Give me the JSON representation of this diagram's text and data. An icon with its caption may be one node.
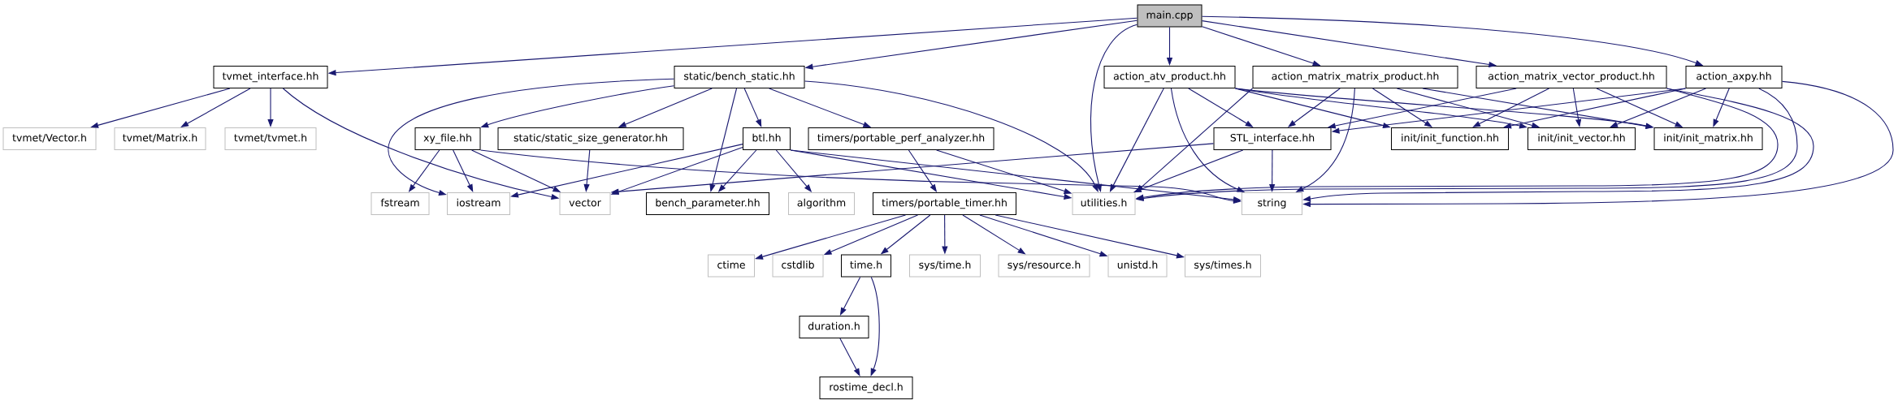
{
  "diagram": {
    "nodes": [
      {
        "text": [
          "main.cpp"
        ]
      },
      {
        "text": [
          "tvmet_interface.hh"
        ]
      },
      {
        "text": [
          "static/bench_static.hh"
        ]
      },
      {
        "text": [
          "action_atv_product.hh"
        ]
      },
      {
        "text": [
          "action_matrix_matrix_product.hh"
        ]
      },
      {
        "text": [
          "action_matrix_vector_product.hh"
        ]
      },
      {
        "text": [
          "action_axpy.hh"
        ]
      },
      {
        "text": [
          "tvmet/Vector.h"
        ]
      },
      {
        "text": [
          "tvmet/Matrix.h"
        ]
      },
      {
        "text": [
          "tvmet/tvmet.h"
        ]
      },
      {
        "text": [
          "xy_file.hh"
        ]
      },
      {
        "text": [
          "static/static_size_generator.hh"
        ]
      },
      {
        "text": [
          "btl.hh"
        ]
      },
      {
        "text": [
          "timers/portable_perf_analyzer.hh"
        ]
      },
      {
        "text": [
          "STL_interface.hh"
        ]
      },
      {
        "text": [
          "init/init_function.hh"
        ]
      },
      {
        "text": [
          "init/init_vector.hh"
        ]
      },
      {
        "text": [
          "init/init_matrix.hh"
        ]
      },
      {
        "text": [
          "fstream"
        ]
      },
      {
        "text": [
          "iostream"
        ]
      },
      {
        "text": [
          "vector"
        ]
      },
      {
        "text": [
          "bench_parameter.hh"
        ]
      },
      {
        "text": [
          "algorithm"
        ]
      },
      {
        "text": [
          "timers/portable_timer.hh"
        ]
      },
      {
        "text": [
          "utilities.h"
        ]
      },
      {
        "text": [
          "string"
        ]
      },
      {
        "text": [
          "ctime"
        ]
      },
      {
        "text": [
          "cstdlib"
        ]
      },
      {
        "text": [
          "time.h"
        ]
      },
      {
        "text": [
          "sys/time.h"
        ]
      },
      {
        "text": [
          "sys/resource.h"
        ]
      },
      {
        "text": [
          "unistd.h"
        ]
      },
      {
        "text": [
          "sys/times.h"
        ]
      },
      {
        "text": [
          "duration.h"
        ]
      },
      {
        "text": [
          "rostime_decl.h"
        ]
      }
    ],
    "edges": [
      {
        "from": 0,
        "to": 1,
        "arrow": "to"
      },
      {
        "from": 0,
        "to": 2,
        "arrow": "to"
      },
      {
        "from": 0,
        "to": 24,
        "arrow": "to"
      },
      {
        "from": 0,
        "to": 3,
        "arrow": "to"
      },
      {
        "from": 0,
        "to": 4,
        "arrow": "to"
      },
      {
        "from": 0,
        "to": 5,
        "arrow": "to"
      },
      {
        "from": 0,
        "to": 6,
        "arrow": "to"
      },
      {
        "from": 1,
        "to": 7,
        "arrow": "to"
      },
      {
        "from": 1,
        "to": 8,
        "arrow": "to"
      },
      {
        "from": 1,
        "to": 9,
        "arrow": "to"
      },
      {
        "from": 1,
        "to": 20,
        "arrow": "to"
      },
      {
        "from": 2,
        "to": 19,
        "arrow": "to"
      },
      {
        "from": 2,
        "to": 10,
        "arrow": "to"
      },
      {
        "from": 2,
        "to": 11,
        "arrow": "to"
      },
      {
        "from": 2,
        "to": 21,
        "arrow": "to"
      },
      {
        "from": 2,
        "to": 12,
        "arrow": "to"
      },
      {
        "from": 2,
        "to": 13,
        "arrow": "to"
      },
      {
        "from": 2,
        "to": 24,
        "arrow": "to"
      },
      {
        "from": 3,
        "to": 24,
        "arrow": "to"
      },
      {
        "from": 3,
        "to": 25,
        "arrow": "to"
      },
      {
        "from": 3,
        "to": 14,
        "arrow": "to"
      },
      {
        "from": 3,
        "to": 15,
        "arrow": "to"
      },
      {
        "from": 3,
        "to": 16,
        "arrow": "to"
      },
      {
        "from": 3,
        "to": 17,
        "arrow": "to"
      },
      {
        "from": 4,
        "to": 24,
        "arrow": "to"
      },
      {
        "from": 4,
        "to": 25,
        "arrow": "to"
      },
      {
        "from": 4,
        "to": 14,
        "arrow": "to"
      },
      {
        "from": 4,
        "to": 15,
        "arrow": "to"
      },
      {
        "from": 4,
        "to": 16,
        "arrow": "to"
      },
      {
        "from": 4,
        "to": 17,
        "arrow": "to"
      },
      {
        "from": 5,
        "to": 14,
        "arrow": "to"
      },
      {
        "from": 5,
        "to": 15,
        "arrow": "to"
      },
      {
        "from": 5,
        "to": 16,
        "arrow": "to"
      },
      {
        "from": 5,
        "to": 17,
        "arrow": "to"
      },
      {
        "from": 5,
        "to": 24,
        "arrow": "to"
      },
      {
        "from": 5,
        "to": 25,
        "arrow": "to"
      },
      {
        "from": 6,
        "to": 14,
        "arrow": "to"
      },
      {
        "from": 6,
        "to": 15,
        "arrow": "to"
      },
      {
        "from": 6,
        "to": 16,
        "arrow": "to"
      },
      {
        "from": 6,
        "to": 17,
        "arrow": "to"
      },
      {
        "from": 6,
        "to": 24,
        "arrow": "to"
      },
      {
        "from": 6,
        "to": 25,
        "arrow": "to"
      },
      {
        "from": 10,
        "to": 18,
        "arrow": "to"
      },
      {
        "from": 10,
        "to": 19,
        "arrow": "to"
      },
      {
        "from": 10,
        "to": 20,
        "arrow": "to"
      },
      {
        "from": 10,
        "to": 25,
        "arrow": "to"
      },
      {
        "from": 11,
        "to": 20,
        "arrow": "to"
      },
      {
        "from": 12,
        "to": 19,
        "arrow": "to"
      },
      {
        "from": 12,
        "to": 20,
        "arrow": "to"
      },
      {
        "from": 12,
        "to": 21,
        "arrow": "to"
      },
      {
        "from": 12,
        "to": 22,
        "arrow": "to"
      },
      {
        "from": 12,
        "to": 24,
        "arrow": "to"
      },
      {
        "from": 12,
        "to": 25,
        "arrow": "to"
      },
      {
        "from": 13,
        "to": 23,
        "arrow": "to"
      },
      {
        "from": 13,
        "to": 24,
        "arrow": "to"
      },
      {
        "from": 14,
        "to": 20,
        "arrow": "to"
      },
      {
        "from": 14,
        "to": 24,
        "arrow": "to"
      },
      {
        "from": 14,
        "to": 25,
        "arrow": "to"
      },
      {
        "from": 23,
        "to": 26,
        "arrow": "to"
      },
      {
        "from": 23,
        "to": 27,
        "arrow": "to"
      },
      {
        "from": 23,
        "to": 28,
        "arrow": "to"
      },
      {
        "from": 23,
        "to": 29,
        "arrow": "to"
      },
      {
        "from": 23,
        "to": 30,
        "arrow": "to"
      },
      {
        "from": 23,
        "to": 31,
        "arrow": "to"
      },
      {
        "from": 23,
        "to": 32,
        "arrow": "to"
      },
      {
        "from": 28,
        "to": 33,
        "arrow": "to"
      },
      {
        "from": 28,
        "to": 34,
        "arrow": "to"
      },
      {
        "from": 33,
        "to": 34,
        "arrow": "to"
      }
    ]
  }
}
